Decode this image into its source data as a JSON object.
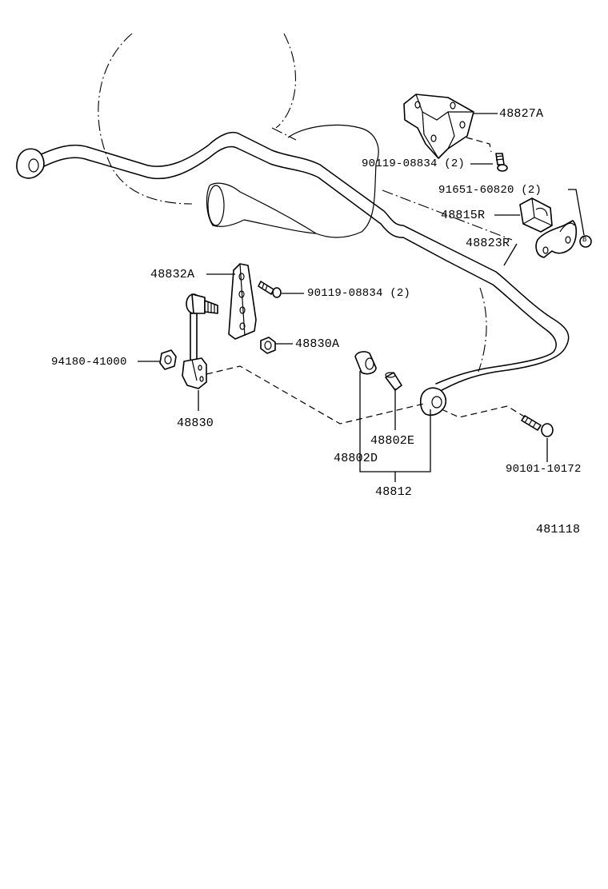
{
  "parts": {
    "p48827A": "48827A",
    "p90119_top": "90119-08834 (2)",
    "p91651": "91651-60820 (2)",
    "p48815R": "48815R",
    "p48823R": "48823R",
    "p48832A": "48832A",
    "p90119_mid": "90119-08834 (2)",
    "p48830A": "48830A",
    "p94180": "94180-41000",
    "p48830": "48830",
    "p48802E": "48802E",
    "p48802D": "48802D",
    "p48812": "48812",
    "p90101": "90101-10172"
  },
  "ref_marker": "B",
  "diagram_number": "481118"
}
